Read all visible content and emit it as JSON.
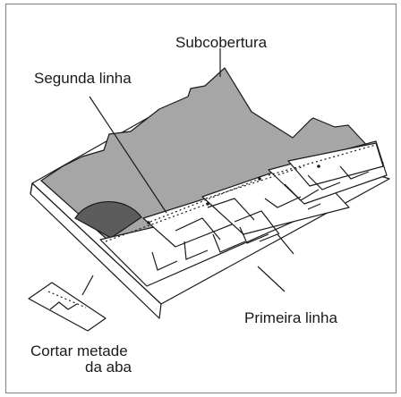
{
  "labels": {
    "underlayment": "Subcobertura",
    "second_row": "Segunda linha",
    "first_row": "Primeira linha",
    "cut_line1": "Cortar metade",
    "cut_line2": "da aba"
  },
  "colors": {
    "underlayment_fill": "#a6a6a6",
    "cut_corner_fill": "#5c5c5c",
    "line": "#1a1a1a",
    "background": "#ffffff"
  }
}
